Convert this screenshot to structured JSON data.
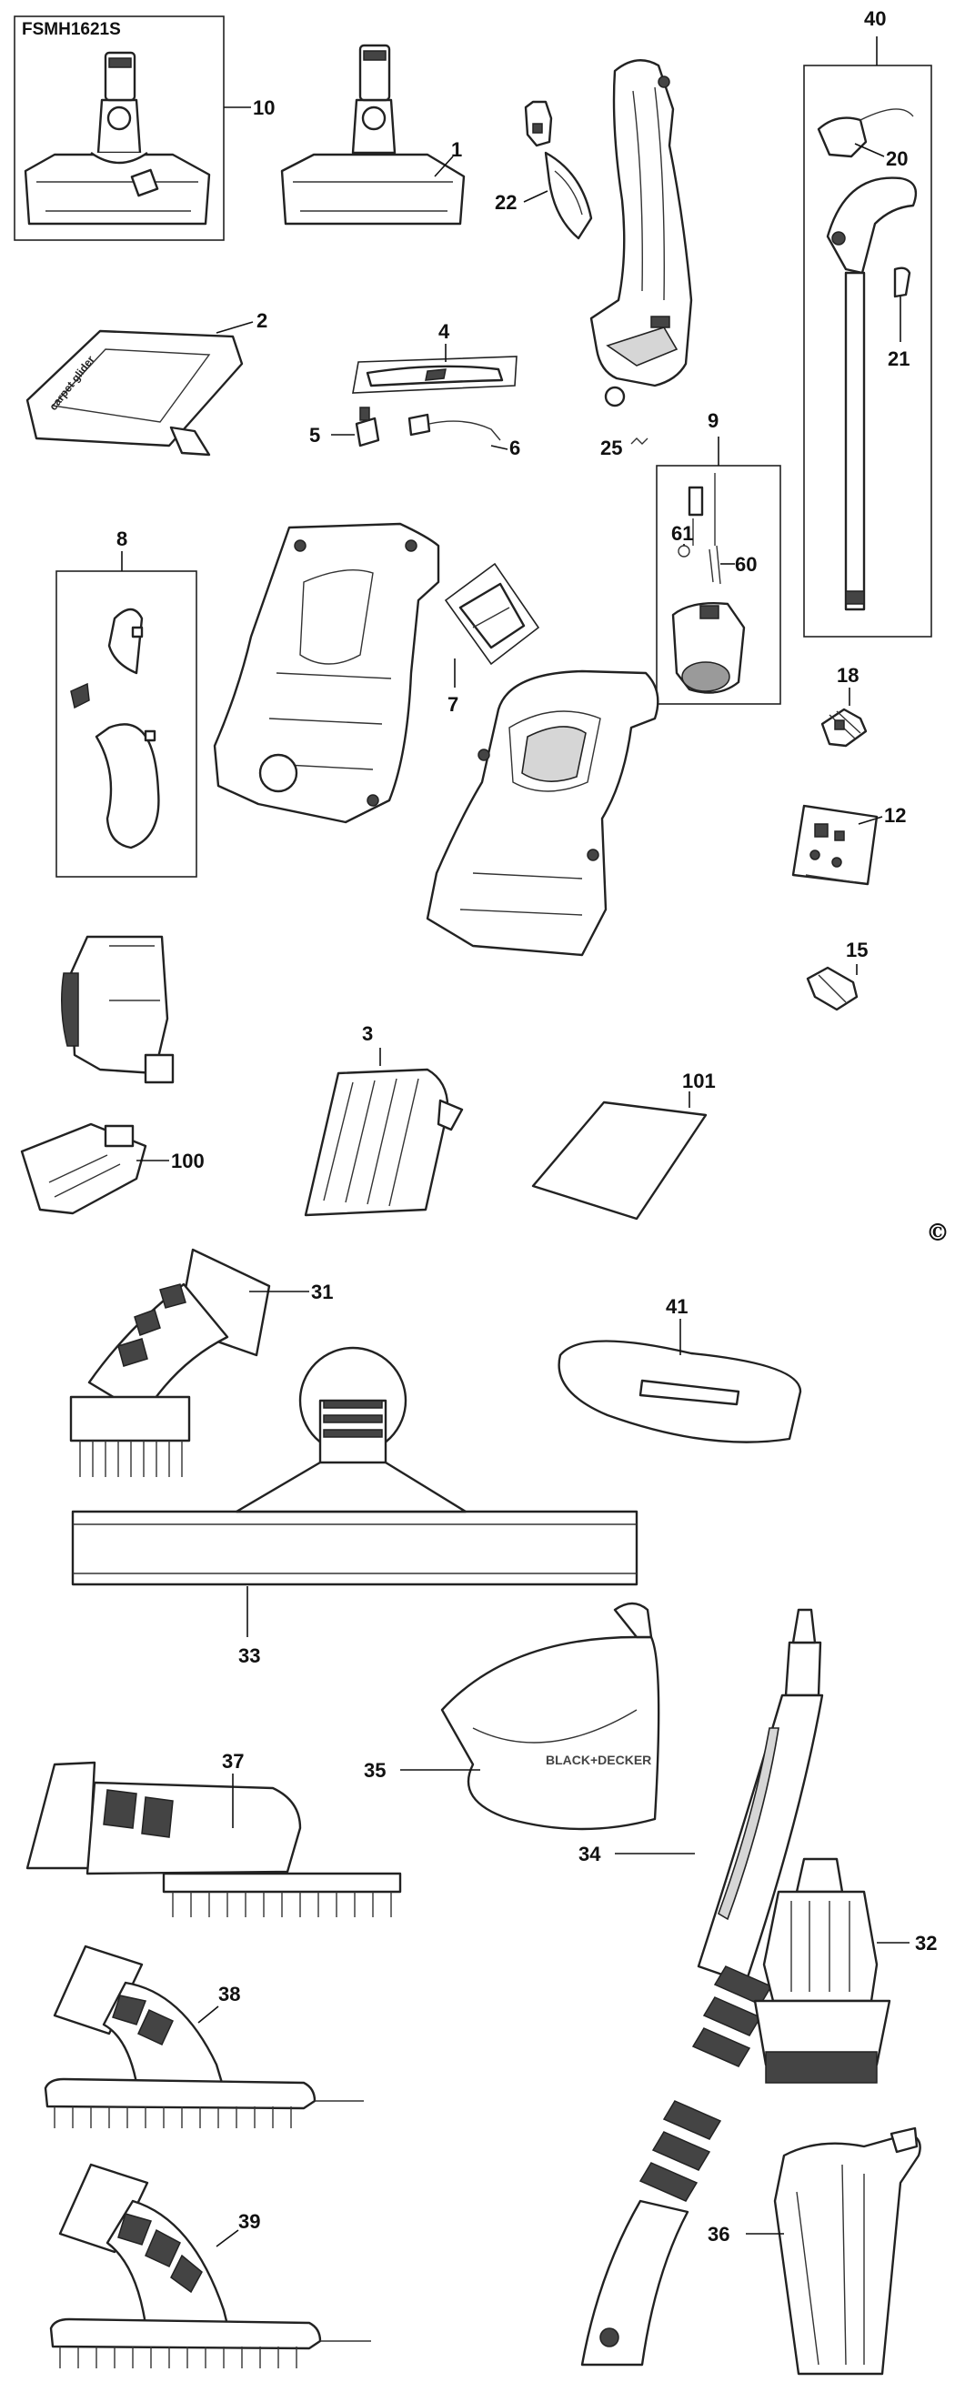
{
  "model_label": "FSMH1621S",
  "copyright_symbol": "©",
  "brand_text": "BLACK+DECKER",
  "carpet_glider_text": "carpet glider",
  "parts": [
    {
      "id": "p10",
      "label": "10"
    },
    {
      "id": "p1",
      "label": "1"
    },
    {
      "id": "p22",
      "label": "22"
    },
    {
      "id": "p40",
      "label": "40"
    },
    {
      "id": "p20",
      "label": "20"
    },
    {
      "id": "p21",
      "label": "21"
    },
    {
      "id": "p2",
      "label": "2"
    },
    {
      "id": "p4",
      "label": "4"
    },
    {
      "id": "p5",
      "label": "5"
    },
    {
      "id": "p6",
      "label": "6"
    },
    {
      "id": "p25",
      "label": "25"
    },
    {
      "id": "p9",
      "label": "9"
    },
    {
      "id": "p61",
      "label": "61"
    },
    {
      "id": "p60",
      "label": "60"
    },
    {
      "id": "p8",
      "label": "8"
    },
    {
      "id": "p7",
      "label": "7"
    },
    {
      "id": "p18",
      "label": "18"
    },
    {
      "id": "p12",
      "label": "12"
    },
    {
      "id": "p15",
      "label": "15"
    },
    {
      "id": "p100",
      "label": "100"
    },
    {
      "id": "p3",
      "label": "3"
    },
    {
      "id": "p101",
      "label": "101"
    },
    {
      "id": "p31",
      "label": "31"
    },
    {
      "id": "p41",
      "label": "41"
    },
    {
      "id": "p33",
      "label": "33"
    },
    {
      "id": "p35",
      "label": "35"
    },
    {
      "id": "p37",
      "label": "37"
    },
    {
      "id": "p34",
      "label": "34"
    },
    {
      "id": "p32",
      "label": "32"
    },
    {
      "id": "p38",
      "label": "38"
    },
    {
      "id": "p39",
      "label": "39"
    },
    {
      "id": "p36",
      "label": "36"
    }
  ]
}
